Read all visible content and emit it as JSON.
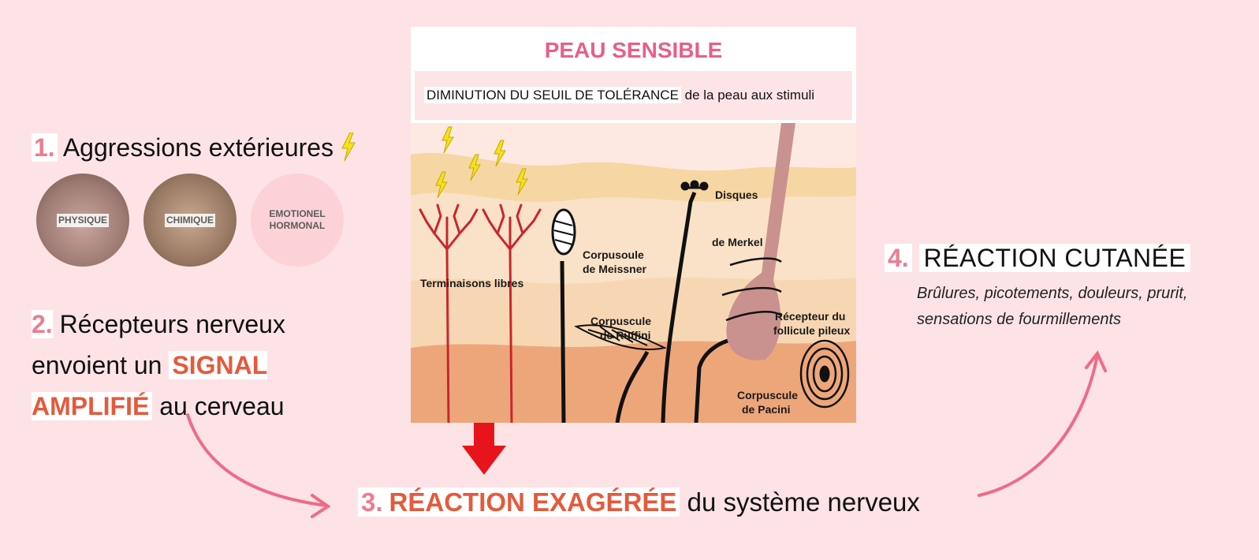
{
  "step1": {
    "number": "1.",
    "title": "Aggressions extérieures"
  },
  "stimuli": [
    {
      "label": "PHYSIQUE"
    },
    {
      "label": "CHIMIQUE"
    },
    {
      "label": "EMOTIONEL HORMONAL"
    }
  ],
  "step2": {
    "number": "2.",
    "text_a": "Récepteurs nerveux envoient un",
    "highlight": "SIGNAL AMPLIFIÉ",
    "text_b": "au cerveau"
  },
  "step3": {
    "number": "3.",
    "highlight": "RÉACTION EXAGÉRÉE",
    "text": "du système nerveux"
  },
  "step4": {
    "number": "4.",
    "title": "RÉACTION CUTANÉE",
    "description": "Brûlures, picotements, douleurs, prurit, sensations de fourmillements"
  },
  "diagram": {
    "title": "PEAU SENSIBLE",
    "subtitle_strong": "DIMINUTION DU SEUIL DE TOLÉRANCE",
    "subtitle_rest": "de la peau aux stimuli",
    "labels": {
      "terminaisons": "Terminaisons libres",
      "meissner_1": "Corpusoule",
      "meissner_2": "de Meissner",
      "ruffini_1": "Corpuscule",
      "ruffini_2": "de Ruffini",
      "merkel_1": "Disques",
      "merkel_2": "de Merkel",
      "follicule_1": "Récepteur du",
      "follicule_2": "follicule pileux",
      "pacini_1": "Corpuscule",
      "pacini_2": "de Pacini"
    }
  },
  "colors": {
    "background": "#fde3e6",
    "number_pink": "#ec7d8f",
    "highlight_orange": "#e45a3c",
    "title_pink": "#e85f86",
    "arrow_red": "#e8141b",
    "curve_pink": "#ee6b86",
    "lightning": "#f5e11a"
  },
  "icons": [
    "lightning-icon",
    "down-arrow-icon",
    "curved-arrow-icon"
  ]
}
